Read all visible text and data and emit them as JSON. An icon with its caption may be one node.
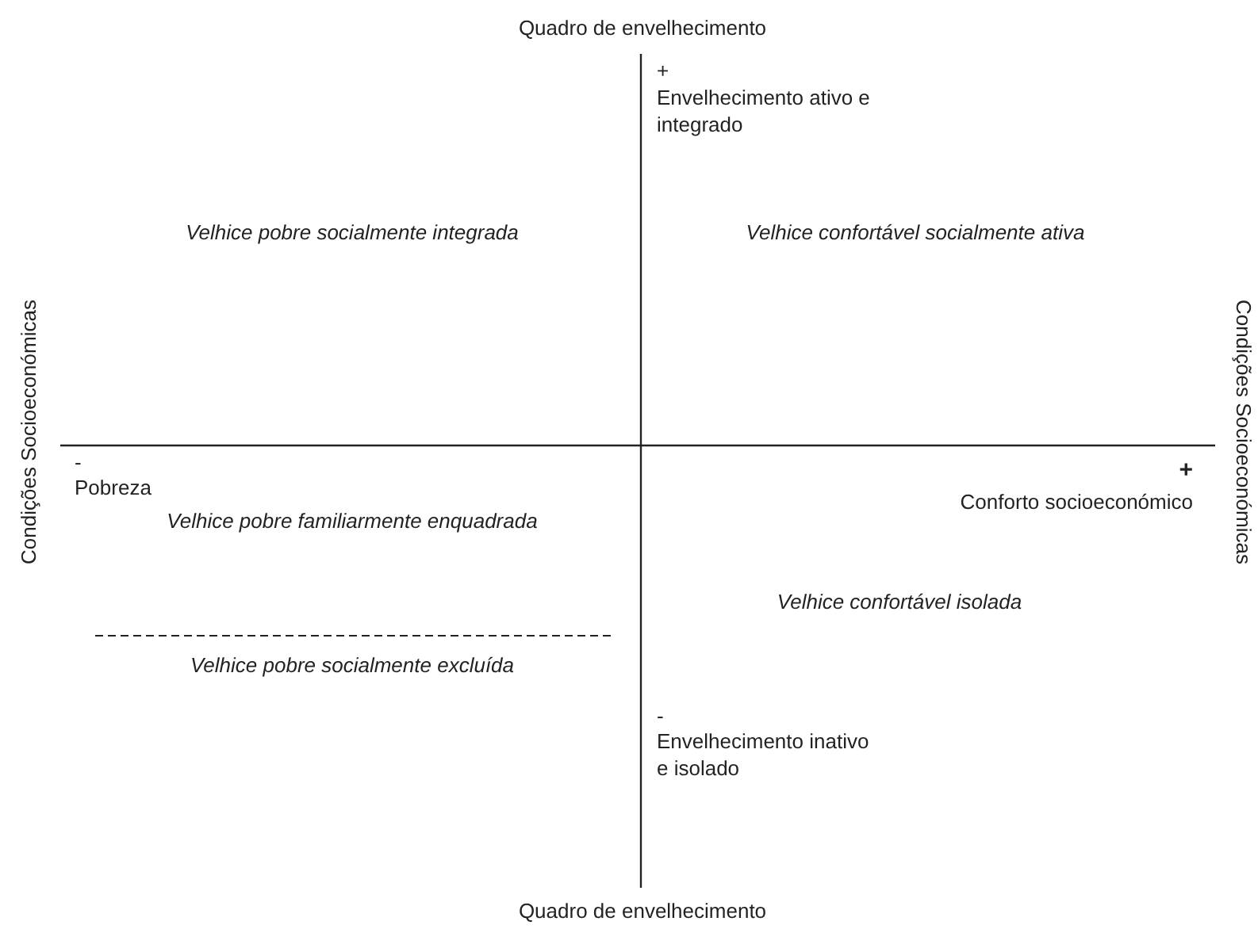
{
  "diagram": {
    "labels": [
      "Quadro de envelhecimento",
      "+",
      "Envelhecimento ativo e integrado",
      "Velhice pobre socialmente integrada",
      "Velhice confortável socialmente ativa",
      "Condições Socioeconómicas",
      "Condições Socioeconómicas",
      "-",
      "Pobreza",
      "+",
      "Conforto socioeconómico",
      "Velhice pobre familiarmente enquadrada",
      "Velhice confortável isolada",
      "Velhice pobre socialmente excluída",
      "-",
      "Envelhecimento inativo e isolado",
      "Quadro de envelhecimento"
    ]
  }
}
